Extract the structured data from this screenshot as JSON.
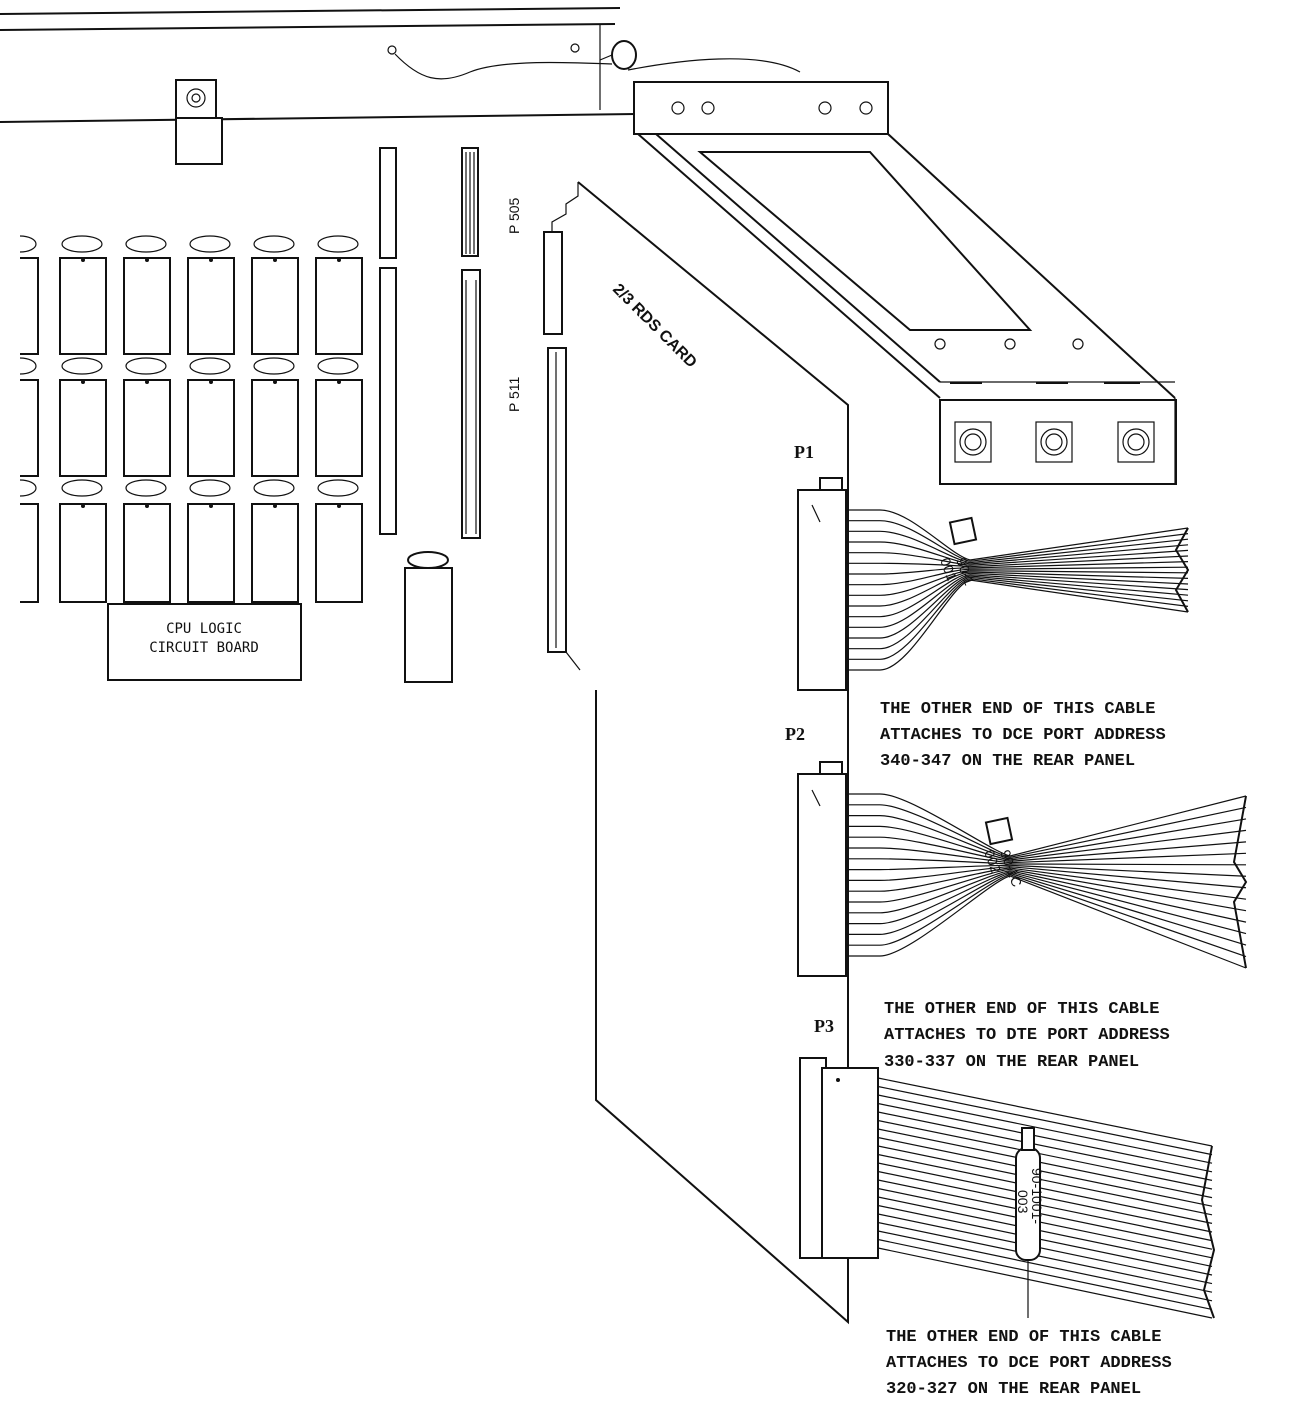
{
  "labels": {
    "cpu_board_line1": "CPU LOGIC",
    "cpu_board_line2": "CIRCUIT BOARD",
    "header_p505": "P 505",
    "header_p511": "P 511",
    "card_label": "2/3 RDS CARD",
    "plug_p1": "P1",
    "plug_p2": "P2",
    "plug_p3": "P3"
  },
  "cable_tags": {
    "tag1_a": "90-1",
    "tag1_b": "001",
    "tag2_a": "90-1C",
    "tag2_b": "002",
    "tag3_a": "90-1001-",
    "tag3_b": "003"
  },
  "notes": {
    "p1": {
      "line1": "THE OTHER END OF THIS CABLE",
      "line2": "ATTACHES TO DCE PORT ADDRESS",
      "line3": "340-347 ON THE REAR PANEL"
    },
    "p2": {
      "line1": "THE OTHER END OF THIS CABLE",
      "line2": "ATTACHES TO DTE PORT ADDRESS",
      "line3": "330-337 ON THE REAR PANEL"
    },
    "p3": {
      "line1": "THE OTHER END OF THIS CABLE",
      "line2": "ATTACHES TO DCE PORT ADDRESS",
      "line3": "320-327 ON THE REAR PANEL"
    }
  }
}
